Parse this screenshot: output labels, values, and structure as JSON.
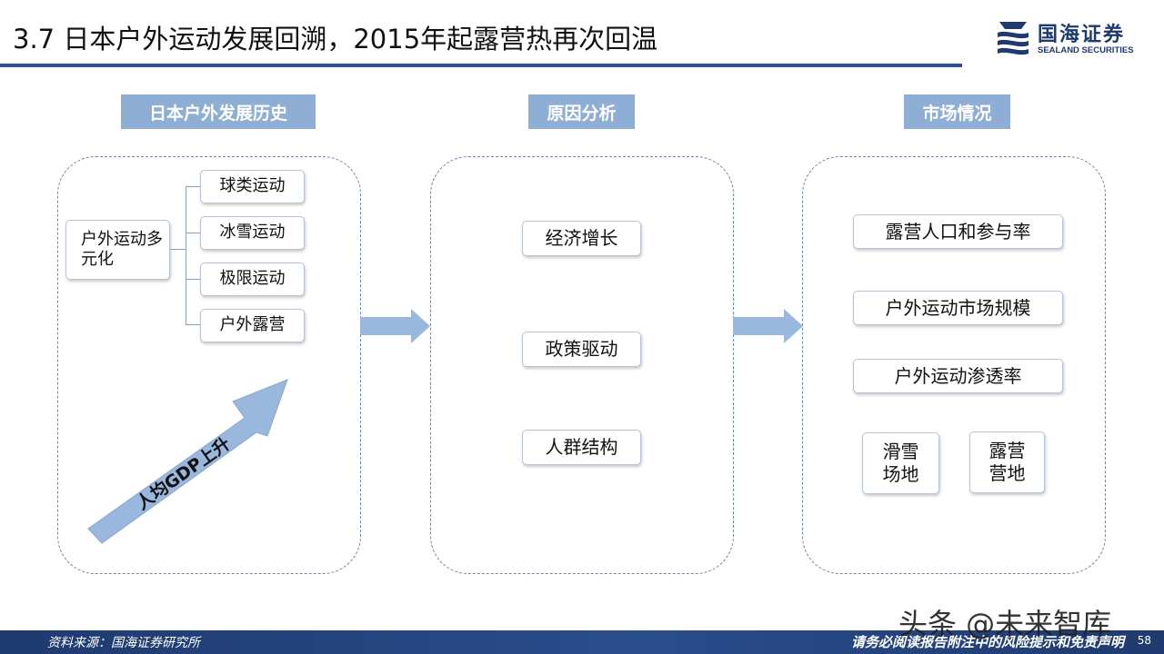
{
  "title": "3.7 日本户外运动发展回溯，2015年起露营热再次回温",
  "logo": {
    "cn": "国海证券",
    "en": "SEALAND SECURITIES"
  },
  "headers": {
    "history": "日本户外发展历史",
    "reasons": "原因分析",
    "market": "市场情况"
  },
  "history": {
    "root": "户外运动多元化",
    "items": [
      "球类运动",
      "冰雪运动",
      "极限运动",
      "户外露营"
    ],
    "arrow_label": "人均GDP上升"
  },
  "reasons": {
    "items": [
      "经济增长",
      "政策驱动",
      "人群结构"
    ]
  },
  "market": {
    "items": [
      "露营人口和参与率",
      "户外运动市场规模",
      "户外运动渗透率"
    ],
    "small": [
      "滑雪场地",
      "露营营地"
    ]
  },
  "footer": {
    "source": "资料来源：国海证券研究所",
    "disclaimer": "请务必阅读报告附注中的风险提示和免责声明",
    "page": "58"
  },
  "watermark": "头条 @未来智库",
  "colors": {
    "accent": "#2f4f8f",
    "header_bg": "#8eaed5",
    "arrow": "#9ab8dd",
    "panel_border": "#6a86b3"
  }
}
